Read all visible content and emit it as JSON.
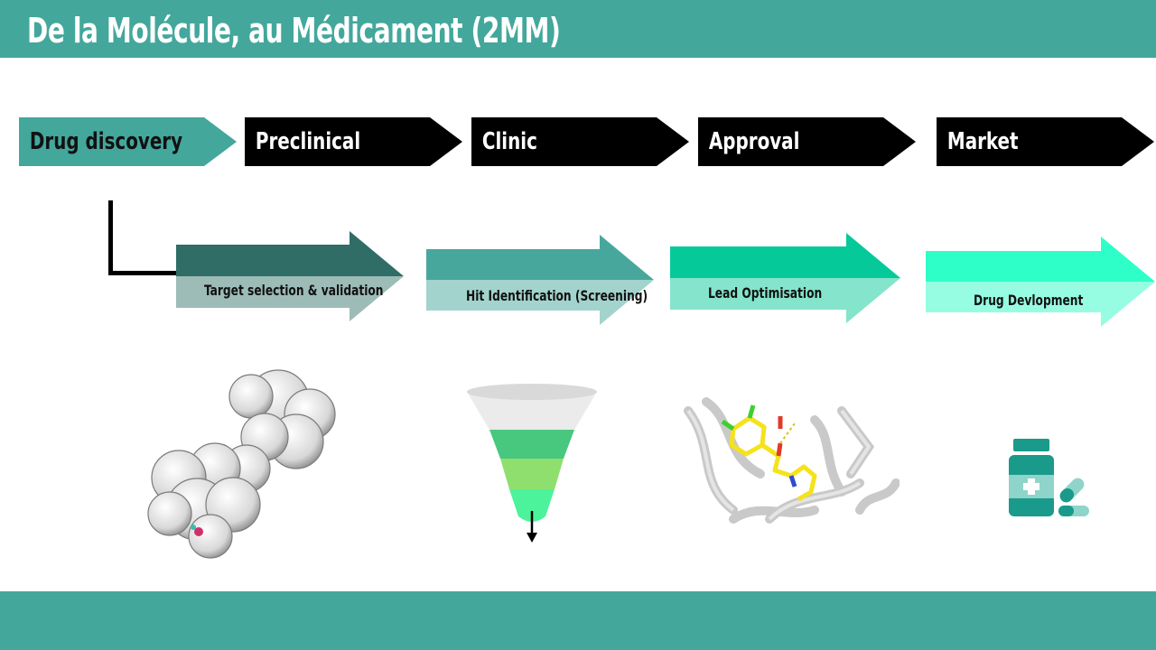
{
  "title": "De la Molécule, au Médicament (2MM)",
  "phases": [
    {
      "label": "Drug discovery",
      "color": "#43a79c"
    },
    {
      "label": "Preclinical",
      "color": "#000000"
    },
    {
      "label": "Clinic",
      "color": "#000000"
    },
    {
      "label": "Approval",
      "color": "#000000"
    },
    {
      "label": "Market",
      "color": "#000000"
    }
  ],
  "stages": [
    {
      "label": "Target selection & validation",
      "top_color": "#2f6d66",
      "bottom_color": "#9dbcb7"
    },
    {
      "label": "Hit Identification (Screening)",
      "top_color": "#48a79d",
      "bottom_color": "#a3d3cd"
    },
    {
      "label": "Lead Optimisation",
      "top_color": "#06c99a",
      "bottom_color": "#84e4cc"
    },
    {
      "label": "Drug Devlopment",
      "top_color": "#2effc8",
      "bottom_color": "#96fde2"
    }
  ],
  "illustrations": [
    {
      "icon": "protein-surface-icon"
    },
    {
      "icon": "screening-funnel-icon"
    },
    {
      "icon": "ligand-binding-icon"
    },
    {
      "icon": "medicine-bottle-icon"
    }
  ],
  "colors": {
    "header": "#43a79c",
    "footer": "#43a79c"
  }
}
